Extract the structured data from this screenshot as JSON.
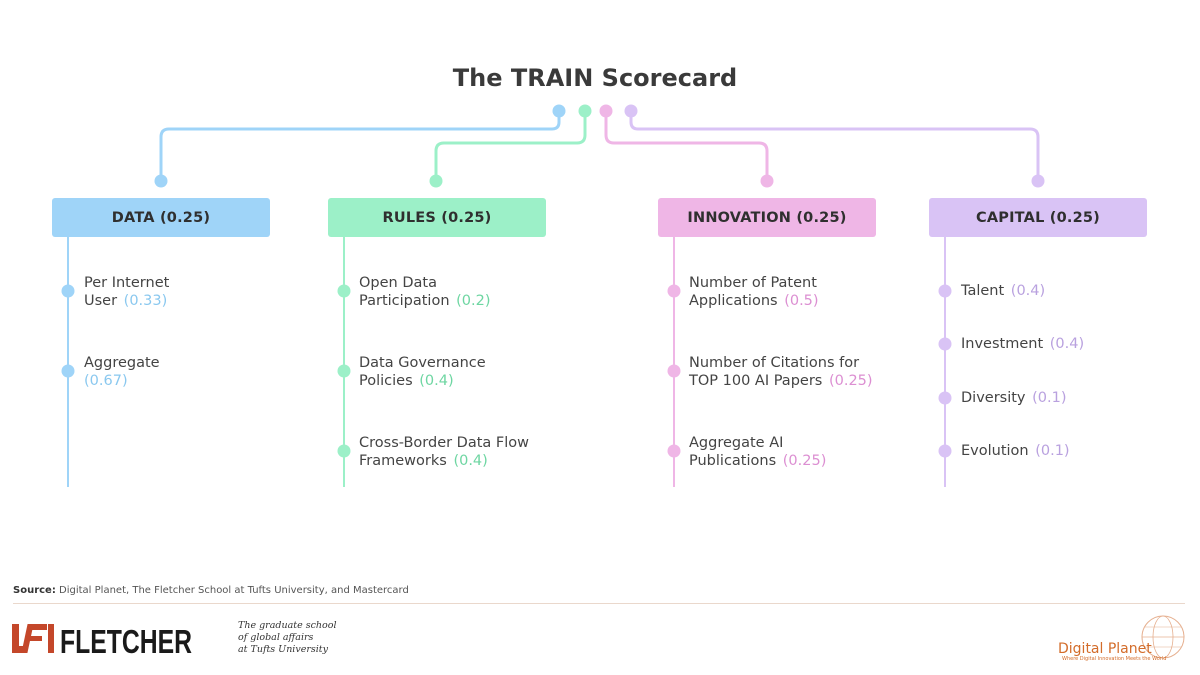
{
  "title": "The TRAIN Scorecard",
  "colors": {
    "data": "#9fd4f8",
    "rules": "#9cf0c8",
    "innovation": "#efb6e6",
    "capital": "#d9c3f5",
    "data_weight": "#8ac8ef",
    "rules_weight": "#6ed6a2",
    "innovation_weight": "#dc8fd2",
    "capital_weight": "#b9a1df",
    "brand_orange": "#d36c2a",
    "fletcher_red": "#c4472a"
  },
  "pillars": [
    {
      "header": "DATA (0.25)",
      "items": [
        {
          "label_l1": "Per Internet",
          "label_l2": "User",
          "weight": "(0.33)"
        },
        {
          "label_l1": "Aggregate",
          "label_l2": "",
          "weight": "(0.67)"
        }
      ]
    },
    {
      "header": "RULES (0.25)",
      "items": [
        {
          "label_l1": "Open Data",
          "label_l2": "Participation",
          "weight": "(0.2)"
        },
        {
          "label_l1": "Data Governance",
          "label_l2": "Policies",
          "weight": "(0.4)"
        },
        {
          "label_l1": "Cross-Border Data Flow",
          "label_l2": "Frameworks",
          "weight": "(0.4)"
        }
      ]
    },
    {
      "header": "INNOVATION (0.25)",
      "items": [
        {
          "label_l1": "Number of Patent",
          "label_l2": "Applications",
          "weight": "(0.5)"
        },
        {
          "label_l1": "Number of Citations for",
          "label_l2": "TOP 100 AI Papers",
          "weight": "(0.25)"
        },
        {
          "label_l1": "Aggregate AI",
          "label_l2": "Publications",
          "weight": "(0.25)"
        }
      ]
    },
    {
      "header": "CAPITAL (0.25)",
      "items": [
        {
          "label_l1": "Talent",
          "label_l2": "",
          "weight": "(0.4)"
        },
        {
          "label_l1": "Investment",
          "label_l2": "",
          "weight": "(0.4)"
        },
        {
          "label_l1": "Diversity",
          "label_l2": "",
          "weight": "(0.1)"
        },
        {
          "label_l1": "Evolution",
          "label_l2": "",
          "weight": "(0.1)"
        }
      ]
    }
  ],
  "footer": {
    "source_label": "Source:",
    "source_text": "Digital Planet, The Fletcher School at Tufts University, and Mastercard",
    "fletcher_logo": "FLETCHER",
    "grad_l1": "The graduate school",
    "grad_l2": "of global affairs",
    "grad_l3": "at Tufts University",
    "dp_logo": "Digital Planet",
    "dp_tagline": "Where Digital Innovation Meets the World"
  }
}
